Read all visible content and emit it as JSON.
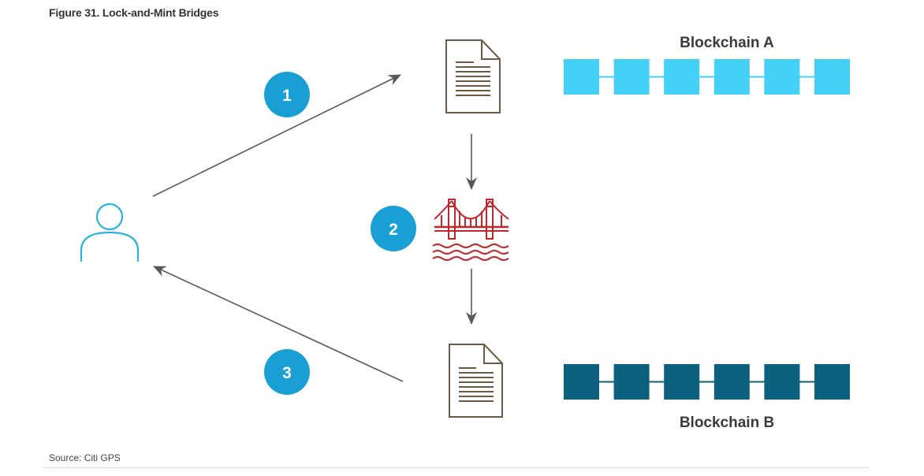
{
  "title": "Figure 31. Lock-and-Mint Bridges",
  "source": "Source: Citi GPS",
  "steps": [
    "1",
    "2",
    "3"
  ],
  "blockchains": [
    {
      "label": "Blockchain A",
      "color": "#45d0f8",
      "blocks": 6
    },
    {
      "label": "Blockchain B",
      "color": "#0e607f",
      "blocks": 6
    }
  ],
  "colors": {
    "step_circle": "#1a9fd4",
    "user_icon": "#29b3dc",
    "bridge_icon": "#c0272d",
    "document_icon": "#6b5a45",
    "arrow": "#595959"
  },
  "icons": [
    "user-icon",
    "document-icon",
    "bridge-icon"
  ]
}
